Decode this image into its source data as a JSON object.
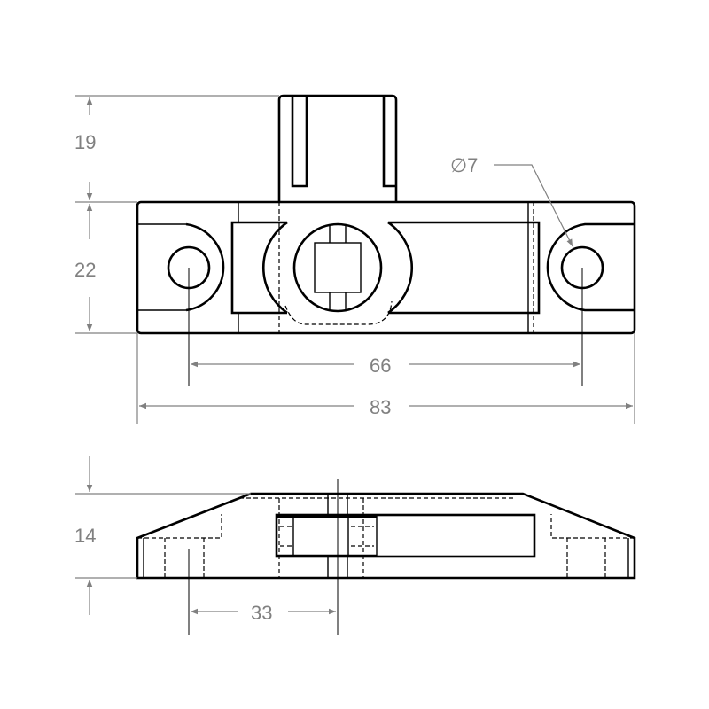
{
  "drawing": {
    "top_view": {
      "dimensions": {
        "tab_height": "19",
        "body_height": "22",
        "hole_diameter": "∅7",
        "hole_spacing": "66",
        "overall_length": "83"
      }
    },
    "side_view": {
      "dimensions": {
        "thickness": "14",
        "half_length": "33"
      }
    },
    "colors": {
      "outline": "#000000",
      "dimension": "#808080",
      "background": "#ffffff"
    }
  }
}
